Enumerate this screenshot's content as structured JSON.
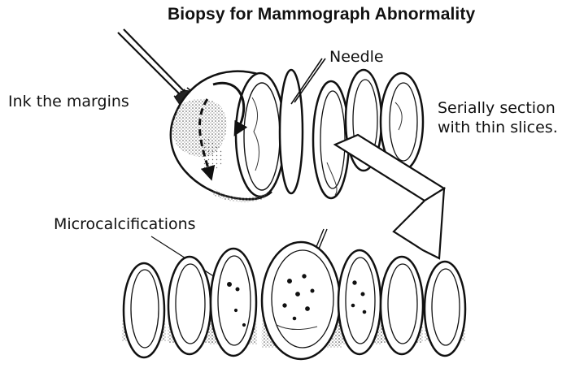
{
  "title": "Biopsy for Mammograph Abnormality",
  "labels": {
    "needle": "Needle",
    "ink": "Ink the margins",
    "serial_line1": "Serially section",
    "serial_line2": "with thin slices.",
    "microcalcifications": "Microcalcifications"
  },
  "colors": {
    "ink": "#111111",
    "stipple": "#555555",
    "background": "#ffffff"
  },
  "icons": {
    "brush": "ink-brush-icon",
    "blade": "knife-blade-icon",
    "needle": "needle-icon"
  }
}
